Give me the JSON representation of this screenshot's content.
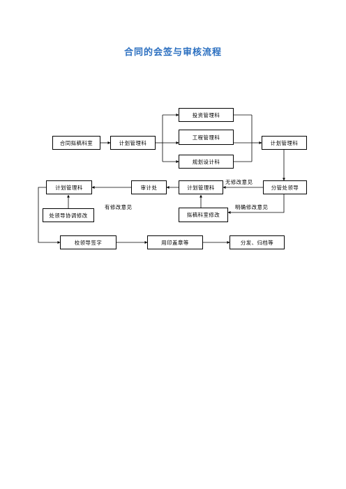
{
  "title": "合同的会签与审核流程",
  "nodes": {
    "contract_drafting": "合同拟稿科室",
    "plan_mgmt_1": "计划管理科",
    "investment_mgmt": "投资管理科",
    "engineering_mgmt": "工程管理科",
    "planning_design": "规划设计科",
    "plan_mgmt_2": "计划管理科",
    "division_leader": "分管处领导",
    "plan_mgmt_3": "计划管理科",
    "audit_office": "审计处",
    "plan_mgmt_4": "计划管理科",
    "coordination_edit": "处领导协调修改",
    "drafting_edit": "拟稿科室修改",
    "school_leader_sign": "校领导签字",
    "seal": "用印盖章等",
    "distribute_archive": "分发、归档等"
  },
  "labels": {
    "no_comments": "无修改意见",
    "with_comments": "有修改意见",
    "clear_comments": "明确修改意见"
  }
}
